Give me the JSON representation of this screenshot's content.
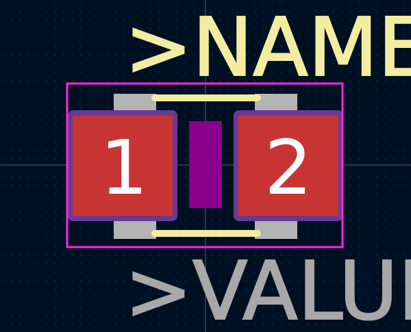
{
  "footprint": {
    "reference_text": ">NAME",
    "value_text": ">VALUE",
    "pads": [
      {
        "number": "1"
      },
      {
        "number": "2"
      }
    ]
  },
  "colors": {
    "background": "#001023",
    "grid_dot": "#2a3a55",
    "axis": "#9aa0aa",
    "courtyard": "#ff26e2",
    "fab": "#b4b4b4",
    "pad": "#c83434",
    "pad_mask": "#6a3a92",
    "silkscreen": "#f2eda1",
    "value_text": "#a8a8a8",
    "pad_number": "#ffffff",
    "center_mark": "#8a008a"
  },
  "icons": {
    "pad_1": "smd-pad-icon",
    "pad_2": "smd-pad-icon"
  }
}
